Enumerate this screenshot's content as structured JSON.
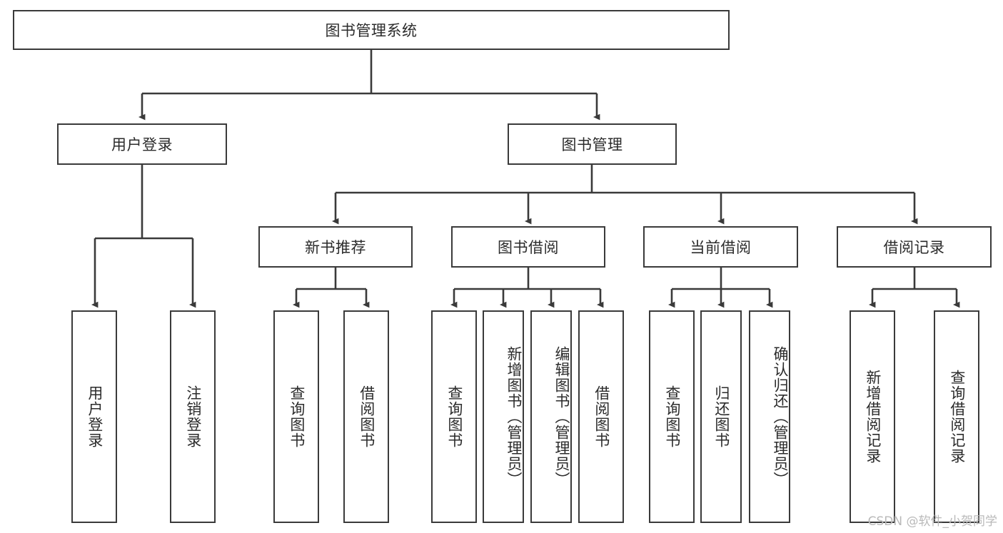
{
  "diagram": {
    "title": "图书管理系统",
    "type": "tree-hierarchy-chart",
    "colors": {
      "stroke": "#3a3a3a",
      "fill": "#ffffff",
      "text": "#2b2b2b",
      "watermark": "#b9b9b9"
    },
    "root": {
      "label": "图书管理系统"
    },
    "level1": [
      {
        "label": "用户登录"
      },
      {
        "label": "图书管理"
      }
    ],
    "level2": [
      {
        "label": "新书推荐"
      },
      {
        "label": "图书借阅"
      },
      {
        "label": "当前借阅"
      },
      {
        "label": "借阅记录"
      }
    ],
    "leaves": {
      "user_login": [
        {
          "label": "用户登录"
        },
        {
          "label": "注销登录"
        }
      ],
      "new_book_recommend": [
        {
          "label": "查询图书"
        },
        {
          "label": "借阅图书"
        }
      ],
      "book_borrow": [
        {
          "label": "查询图书"
        },
        {
          "label": "新增图书（管理员）"
        },
        {
          "label": "编辑图书（管理员）"
        },
        {
          "label": "借阅图书"
        }
      ],
      "current_borrow": [
        {
          "label": "查询图书"
        },
        {
          "label": "归还图书"
        },
        {
          "label": "确认归还（管理员）"
        }
      ],
      "borrow_records": [
        {
          "label": "新增借阅记录"
        },
        {
          "label": "查询借阅记录"
        }
      ]
    },
    "watermark": "CSDN @软件_小贺同学"
  }
}
